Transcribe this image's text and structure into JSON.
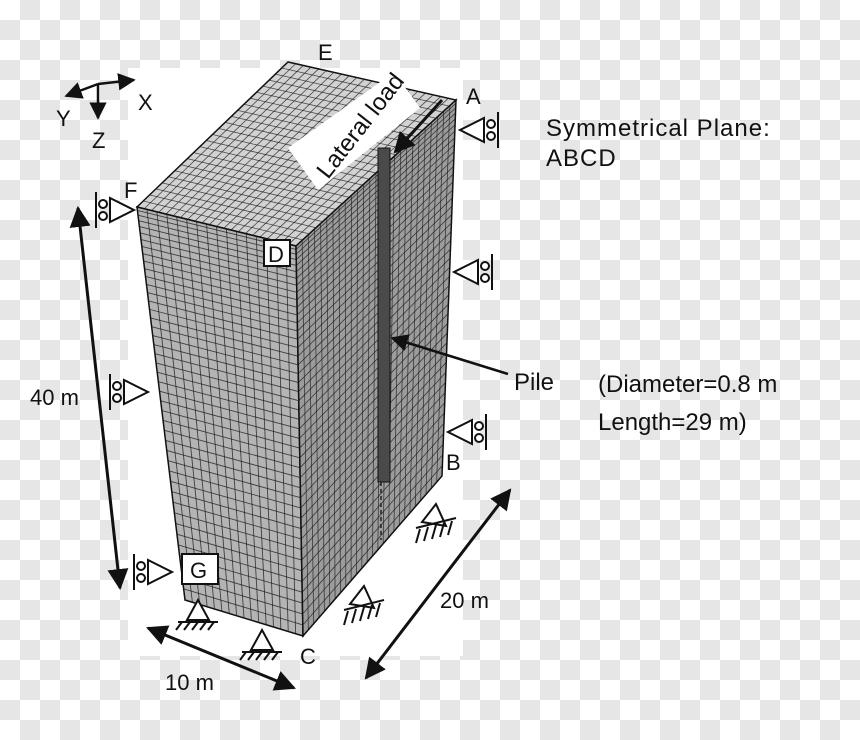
{
  "labels": {
    "E": "E",
    "A": "A",
    "F": "F",
    "D": "D",
    "B": "B",
    "G": "G",
    "C": "C"
  },
  "axes": {
    "x": "X",
    "y": "Y",
    "z": "Z"
  },
  "load": "Lateral load",
  "symmetry": {
    "line1": "Symmetrical Plane:",
    "line2": "ABCD"
  },
  "pile": {
    "name": "Pile",
    "diameter": "(Diameter=0.8 m",
    "length": "Length=29 m)"
  },
  "dimensions": {
    "height": "40 m",
    "width": "10 m",
    "depth": "20 m"
  },
  "colors": {
    "checker_light": "#ffffff",
    "checker_dark": "#e6e6e6",
    "mesh_line": "#1a1a1a",
    "front_face": "#b4b4b4",
    "right_face": "#9c9c9c",
    "top_face": "#d2d2d2",
    "pile": "#4a4a4a"
  }
}
